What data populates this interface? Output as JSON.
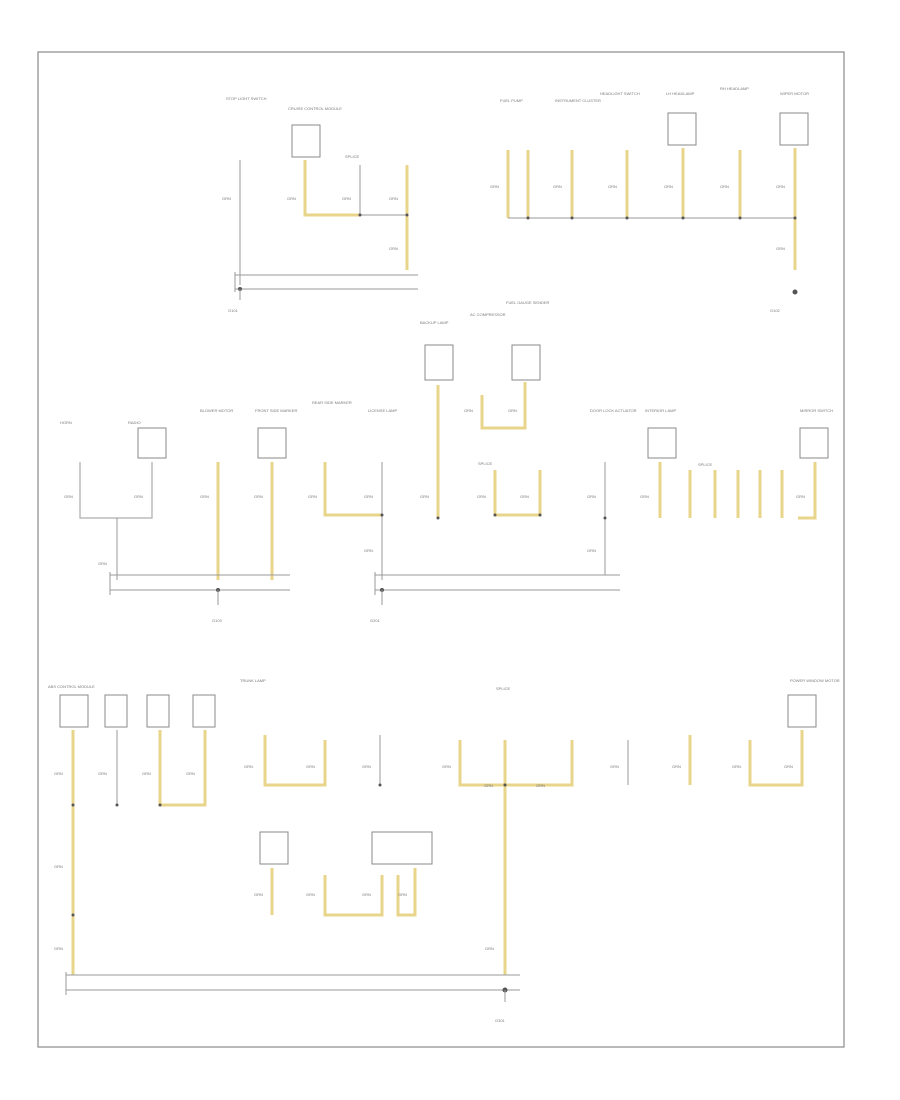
{
  "page": {
    "footer_id": "",
    "colors": {
      "wire": "#e8d48a",
      "line": "#9a9a9a",
      "frame": "#8a8a8a"
    }
  },
  "wire_code": "GRN",
  "components": [
    "STOP LIGHT SWITCH",
    "CRUISE CONTROL MODULE",
    "ABS CONTROL MODULE",
    "SPLICE",
    "FUEL PUMP",
    "INSTRUMENT CLUSTER",
    "HEADLIGHT SWITCH",
    "LH HEADLAMP",
    "RH HEADLAMP",
    "WIPER MOTOR",
    "HORN",
    "RADIO",
    "BLOWER MOTOR",
    "FRONT SIDE MARKER",
    "REAR SIDE MARKER",
    "LICENSE LAMP",
    "BACKUP LAMP",
    "AC COMPRESSOR",
    "FUEL GAUGE SENDER",
    "DOOR LOCK ACTUATOR",
    "INTERIOR LAMP",
    "MIRROR SWITCH",
    "TRUNK LAMP",
    "POWER WINDOW MOTOR"
  ],
  "grounds": [
    "G101",
    "G102",
    "G103",
    "G201",
    "G301"
  ]
}
